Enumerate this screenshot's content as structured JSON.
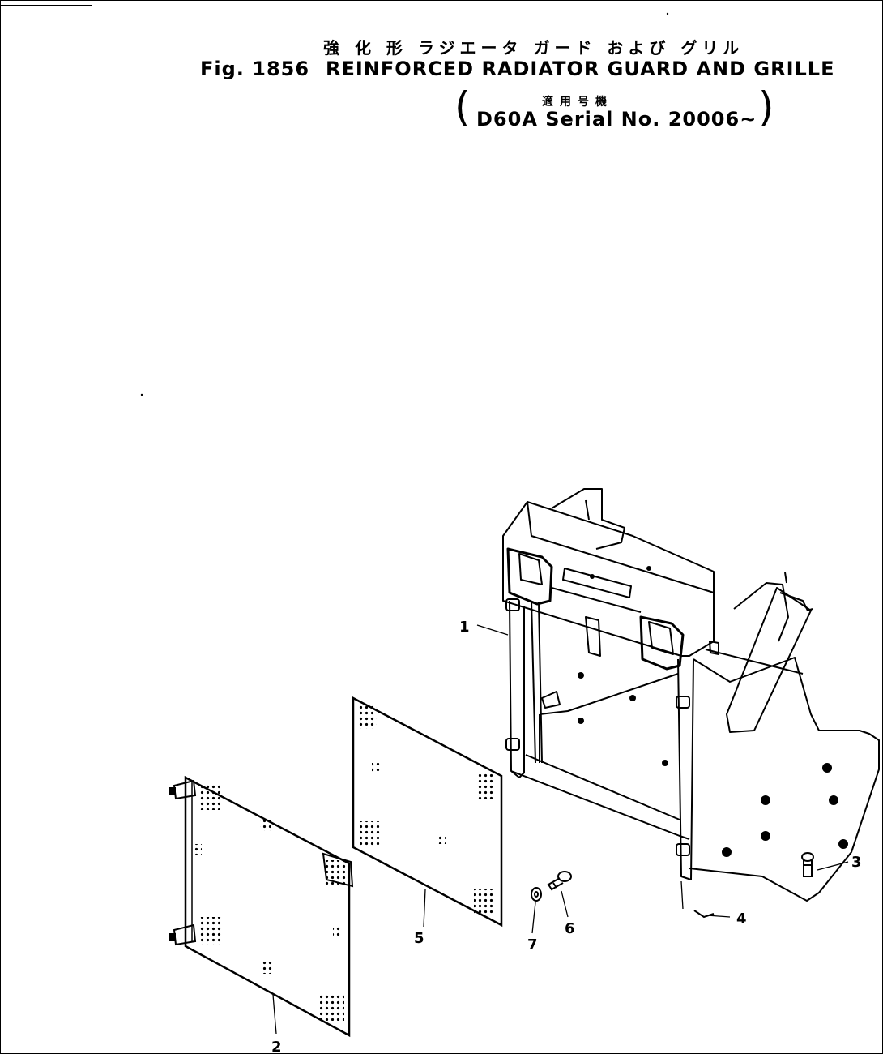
{
  "header": {
    "title_jp": "強 化 形 ラジエータ ガード および グリル",
    "fig_label": "Fig. 1856",
    "title_en": "REINFORCED RADIATOR GUARD AND GRILLE",
    "applicability_jp": "適用号機",
    "paren_open": "(",
    "serial": "D60A Serial No. 20006~",
    "paren_close": ")"
  },
  "callouts": [
    "1",
    "2",
    "3",
    "4",
    "5",
    "6",
    "7"
  ]
}
